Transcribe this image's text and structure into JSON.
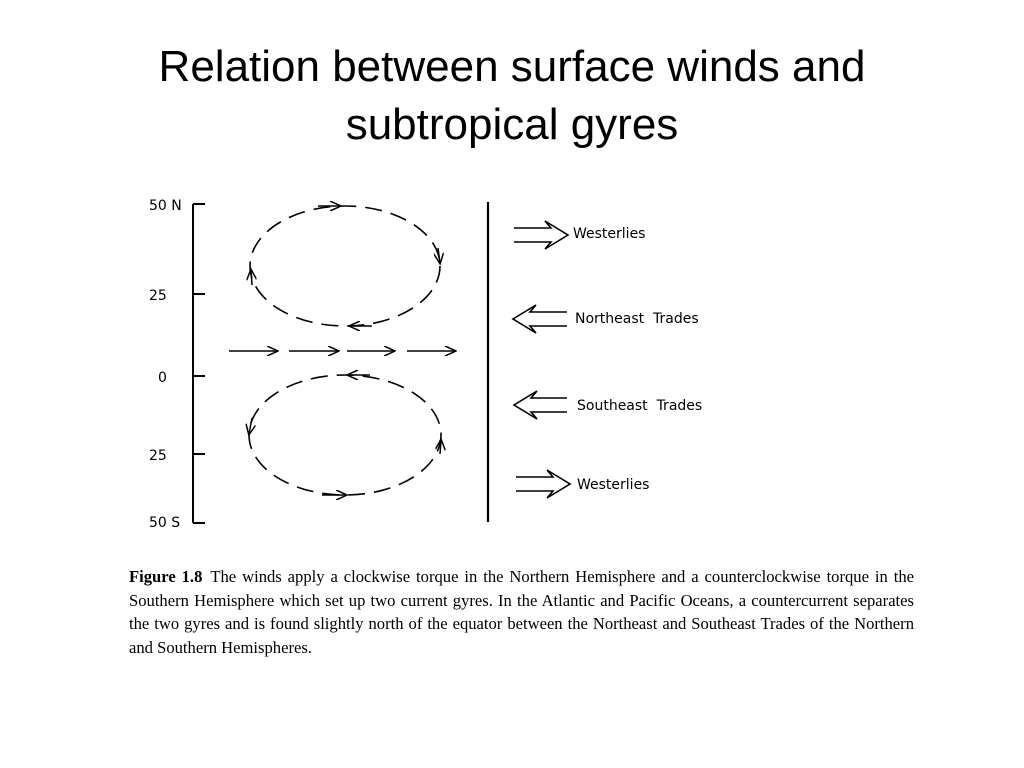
{
  "slide": {
    "title": "Relation between surface winds and subtropical gyres"
  },
  "figure": {
    "latitude_labels": [
      "50 N",
      "25",
      "0",
      "25",
      "50 S"
    ],
    "winds": [
      {
        "label": "Westerlies",
        "direction": "east"
      },
      {
        "label": "Northeast  Trades",
        "direction": "west"
      },
      {
        "label": "Southeast  Trades",
        "direction": "west"
      },
      {
        "label": "Westerlies",
        "direction": "east"
      }
    ],
    "gyres": [
      {
        "hemisphere": "north",
        "rotation": "clockwise"
      },
      {
        "hemisphere": "south",
        "rotation": "counterclockwise"
      }
    ],
    "countercurrent": {
      "direction": "east",
      "arrow_count": 4
    }
  },
  "caption": {
    "label": "Figure 1.8",
    "text": "The winds apply a clockwise torque in the Northern Hemisphere and a counterclockwise torque in the Southern Hemisphere which set up two current gyres. In the Atlantic and Pacific Oceans, a countercurrent separates the two gyres and is found slightly north of the equator between the Northeast and Southeast Trades of the Northern and Southern Hemispheres."
  },
  "colors": {
    "background": "#ffffff",
    "ink": "#000000"
  }
}
